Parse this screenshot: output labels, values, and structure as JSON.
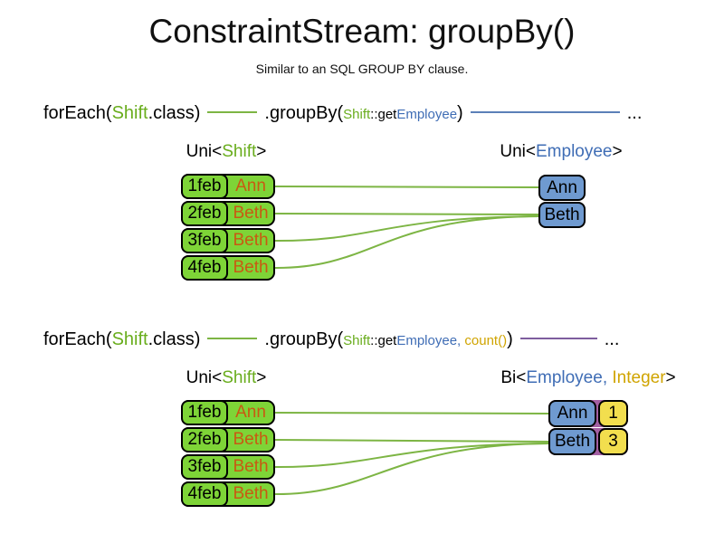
{
  "title": "ConstraintStream: groupBy()",
  "subtitle": "Similar to an SQL GROUP BY clause.",
  "colors": {
    "green_text": "#69ad1d",
    "blue_text": "#3f6db5",
    "gold_text": "#d0a400",
    "orange_text": "#c85a12",
    "green_fill": "#7ed437",
    "blue_fill": "#6f9ad0",
    "yellow_fill": "#f2de4e",
    "purple_fill": "#a35fa3",
    "connector_green": "#7db544",
    "blue_line": "#5b80b8",
    "purple_line": "#7e5d9e"
  },
  "sections": [
    {
      "code": {
        "foreach_pre": "forEach(",
        "foreach_cls": "Shift",
        "foreach_post": ".class)",
        "groupby_pre": ".groupBy(",
        "arg1_cls": "Shift",
        "arg1_sep": "::get",
        "arg1_type": "Employee",
        "groupby_post": ")",
        "ellipsis": "..."
      },
      "left_label": {
        "pre": "Uni<",
        "type": "Shift",
        "post": ">"
      },
      "right_label": {
        "pre": "Uni<",
        "type": "Employee",
        "post": ">"
      },
      "shifts": [
        {
          "date": "1feb",
          "employee": "Ann"
        },
        {
          "date": "2feb",
          "employee": "Beth"
        },
        {
          "date": "3feb",
          "employee": "Beth"
        },
        {
          "date": "4feb",
          "employee": "Beth"
        }
      ],
      "groups": [
        {
          "employee": "Ann"
        },
        {
          "employee": "Beth"
        }
      ],
      "connections": [
        {
          "from": 0,
          "to": 0
        },
        {
          "from": 1,
          "to": 1
        },
        {
          "from": 2,
          "to": 1
        },
        {
          "from": 3,
          "to": 1
        }
      ]
    },
    {
      "code": {
        "foreach_pre": "forEach(",
        "foreach_cls": "Shift",
        "foreach_post": ".class)",
        "groupby_pre": ".groupBy(",
        "arg1_cls": "Shift",
        "arg1_sep": "::get",
        "arg1_type": "Employee",
        "comma": ", ",
        "arg2": "count()",
        "groupby_post": ")",
        "ellipsis": "..."
      },
      "left_label": {
        "pre": "Uni<",
        "type": "Shift",
        "post": ">"
      },
      "right_label": {
        "pre": "Bi<",
        "type1": "Employee",
        "comma": ", ",
        "type2": "Integer",
        "post": ">"
      },
      "shifts": [
        {
          "date": "1feb",
          "employee": "Ann"
        },
        {
          "date": "2feb",
          "employee": "Beth"
        },
        {
          "date": "3feb",
          "employee": "Beth"
        },
        {
          "date": "4feb",
          "employee": "Beth"
        }
      ],
      "groups": [
        {
          "employee": "Ann",
          "count": "1"
        },
        {
          "employee": "Beth",
          "count": "3"
        }
      ],
      "connections": [
        {
          "from": 0,
          "to": 0
        },
        {
          "from": 1,
          "to": 1
        },
        {
          "from": 2,
          "to": 1
        },
        {
          "from": 3,
          "to": 1
        }
      ]
    }
  ]
}
